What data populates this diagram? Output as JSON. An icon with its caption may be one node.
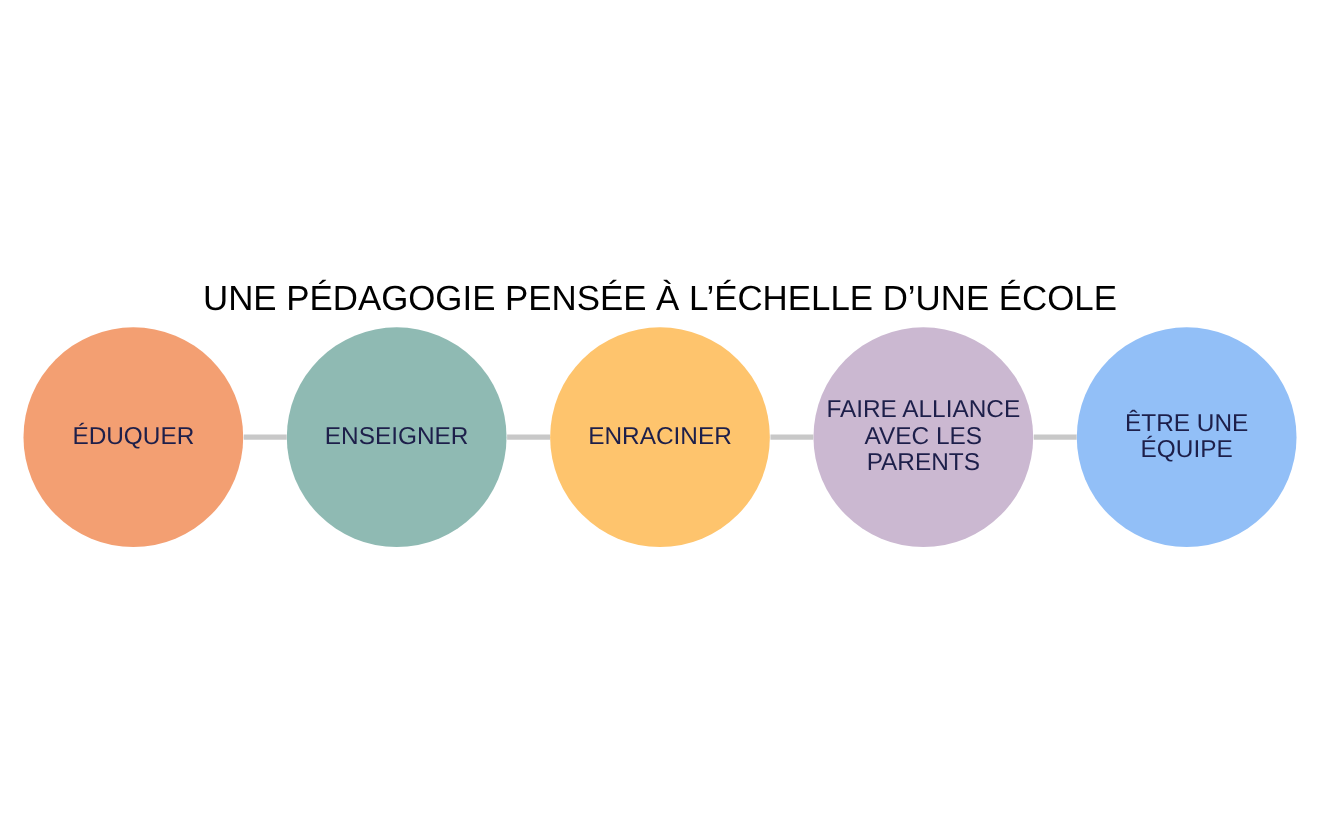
{
  "diagram": {
    "title": "UNE PÉDAGOGIE PENSÉE À L’ÉCHELLE D’UNE ÉCOLE",
    "nodes": [
      {
        "text": [
          "ÉDUQUER"
        ]
      },
      {
        "text": [
          "ENSEIGNER"
        ]
      },
      {
        "text": [
          "ENRACINER"
        ]
      },
      {
        "text": [
          "FAIRE ALLIANCE AVEC LES PARENTS"
        ]
      },
      {
        "text": [
          "ÊTRE UNE ÉQUIPE"
        ]
      }
    ],
    "edges": [
      {
        "from": 0,
        "to": 1,
        "arrow": "none"
      },
      {
        "from": 1,
        "to": 2,
        "arrow": "none"
      },
      {
        "from": 2,
        "to": 3,
        "arrow": "none"
      },
      {
        "from": 3,
        "to": 4,
        "arrow": "none"
      }
    ]
  }
}
